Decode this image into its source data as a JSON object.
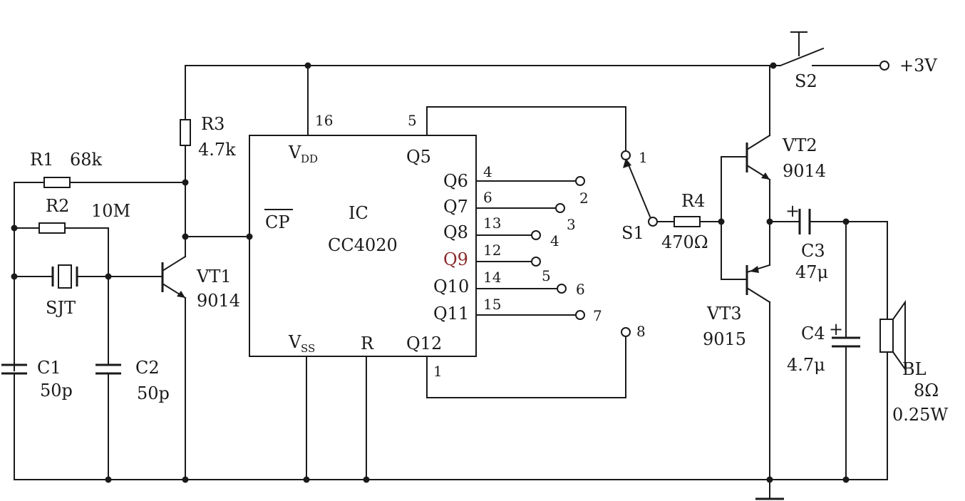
{
  "supply": {
    "label": "+3V"
  },
  "switch_s2": {
    "name": "S2"
  },
  "ic": {
    "name": "IC",
    "part": "CC4020",
    "pins": {
      "vdd": {
        "name": "V",
        "sub": "DD",
        "num": "16"
      },
      "vss": {
        "name": "V",
        "sub": "SS"
      },
      "cp": {
        "name": "CP"
      },
      "r": {
        "name": "R"
      },
      "q5": {
        "name": "Q5",
        "num": "5"
      },
      "q6": {
        "name": "Q6",
        "num": "4"
      },
      "q7": {
        "name": "Q7",
        "num": "6"
      },
      "q8": {
        "name": "Q8",
        "num": "13"
      },
      "q9": {
        "name": "Q9",
        "num": "12"
      },
      "q10": {
        "name": "Q10",
        "num": "14"
      },
      "q11": {
        "name": "Q11",
        "num": "15"
      },
      "q12": {
        "name": "Q12",
        "num": "1"
      }
    }
  },
  "selector_s1": {
    "name": "S1",
    "positions": [
      "1",
      "2",
      "3",
      "4",
      "5",
      "6",
      "7",
      "8"
    ]
  },
  "components": {
    "r1": {
      "name": "R1",
      "value": "68k"
    },
    "r2": {
      "name": "R2",
      "value": "10M"
    },
    "r3": {
      "name": "R3",
      "value": "4.7k"
    },
    "r4": {
      "name": "R4",
      "value": "470Ω"
    },
    "sjt": {
      "name": "SJT"
    },
    "c1": {
      "name": "C1",
      "value": "50p"
    },
    "c2": {
      "name": "C2",
      "value": "50p"
    },
    "c3": {
      "name": "C3",
      "value": "47μ",
      "polarity": "+"
    },
    "c4": {
      "name": "C4",
      "value": "4.7μ",
      "polarity": "+"
    },
    "vt1": {
      "name": "VT1",
      "part": "9014"
    },
    "vt2": {
      "name": "VT2",
      "part": "9014"
    },
    "vt3": {
      "name": "VT3",
      "part": "9015"
    },
    "bl": {
      "name": "BL",
      "value": "8Ω",
      "power": "0.25W"
    }
  },
  "colors": {
    "line": "#1a1a1a",
    "q9_label": "#8b2a2a",
    "background": "#ffffff"
  }
}
